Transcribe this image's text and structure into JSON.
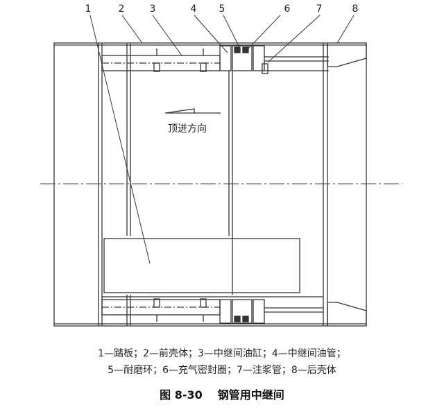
{
  "diagram": {
    "callout_numbers": [
      "1",
      "2",
      "3",
      "4",
      "5",
      "6",
      "7",
      "8"
    ],
    "direction_label": "顶进方向"
  },
  "legend": {
    "line1": "1—踏板；2—前壳体；3—中继间油缸；4—中继间油管；",
    "line2": "5—耐磨环；6—充气密封圈；7—注浆管；8—后壳体"
  },
  "caption": {
    "figure_number": "图 8-30",
    "title": "钢管用中继间"
  },
  "colors": {
    "line": "#333333",
    "text": "#222222",
    "background": "#ffffff"
  }
}
